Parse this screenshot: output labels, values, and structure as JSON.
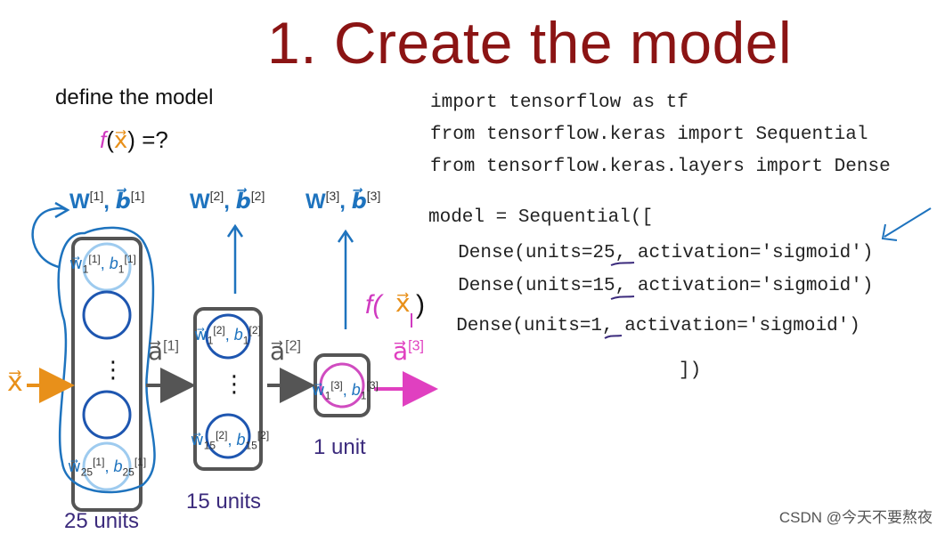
{
  "title": "1. Create the model",
  "define_text": "define the model",
  "fx_text": "=?",
  "code_lines": [
    "import tensorflow as tf",
    "from tensorflow.keras import Sequential",
    "from tensorflow.keras.layers import Dense",
    "model = Sequential([",
    "  Dense(units=25, activation='sigmoid')",
    "  Dense(units=15, activation='sigmoid')",
    "  Dense(units=1, activation='sigmoid')",
    "])"
  ],
  "layers": [
    {
      "params_label": "W[1], b[1]",
      "units_label": "25 units"
    },
    {
      "params_label": "W[2], b[2]",
      "units_label": "15 units"
    },
    {
      "params_label": "W[3], b[3]",
      "units_label": "1 unit"
    }
  ],
  "activations": [
    "a[1]",
    "a[2]",
    "a[3]"
  ],
  "input_label": "x",
  "watermark": "CSDN @今天不要熬夜",
  "colors": {
    "title": "#8b1414",
    "orange": "#e8901a",
    "blue": "#1e73be",
    "pink": "#e040c0",
    "purple": "#3b2a7c"
  }
}
